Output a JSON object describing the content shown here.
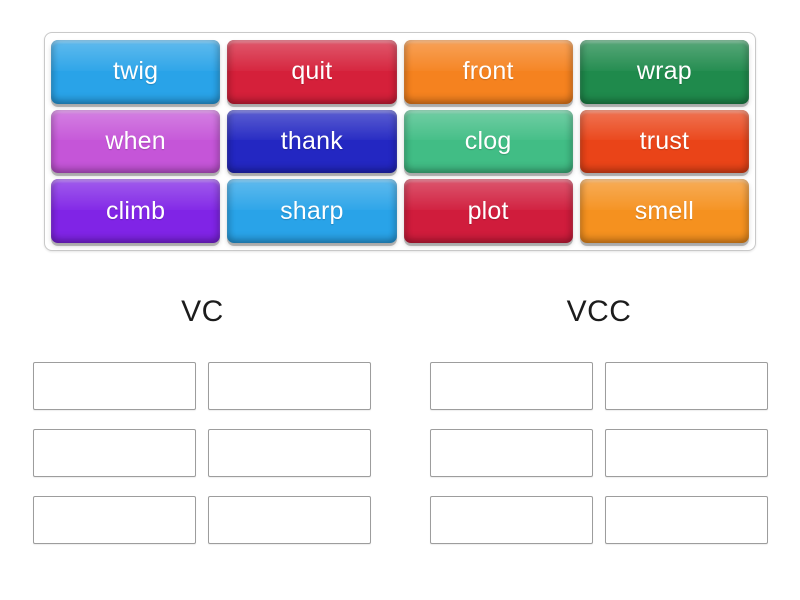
{
  "activity": {
    "type": "word-sort-drag-and-drop",
    "word_bank": {
      "tiles": [
        {
          "label": "twig",
          "color": "#29a3e8"
        },
        {
          "label": "quit",
          "color": "#d5203a"
        },
        {
          "label": "front",
          "color": "#f5821f"
        },
        {
          "label": "wrap",
          "color": "#1f8a4c"
        },
        {
          "label": "when",
          "color": "#c555d8"
        },
        {
          "label": "thank",
          "color": "#2327c2"
        },
        {
          "label": "clog",
          "color": "#41bd85"
        },
        {
          "label": "trust",
          "color": "#ea4418"
        },
        {
          "label": "climb",
          "color": "#8024e6"
        },
        {
          "label": "sharp",
          "color": "#29a3e8"
        },
        {
          "label": "plot",
          "color": "#d01c3c"
        },
        {
          "label": "smell",
          "color": "#f5911f"
        }
      ]
    },
    "categories": [
      {
        "title": "VC",
        "slots": [
          "",
          "",
          "",
          "",
          "",
          ""
        ]
      },
      {
        "title": "VCC",
        "slots": [
          "",
          "",
          "",
          "",
          "",
          ""
        ]
      }
    ]
  }
}
